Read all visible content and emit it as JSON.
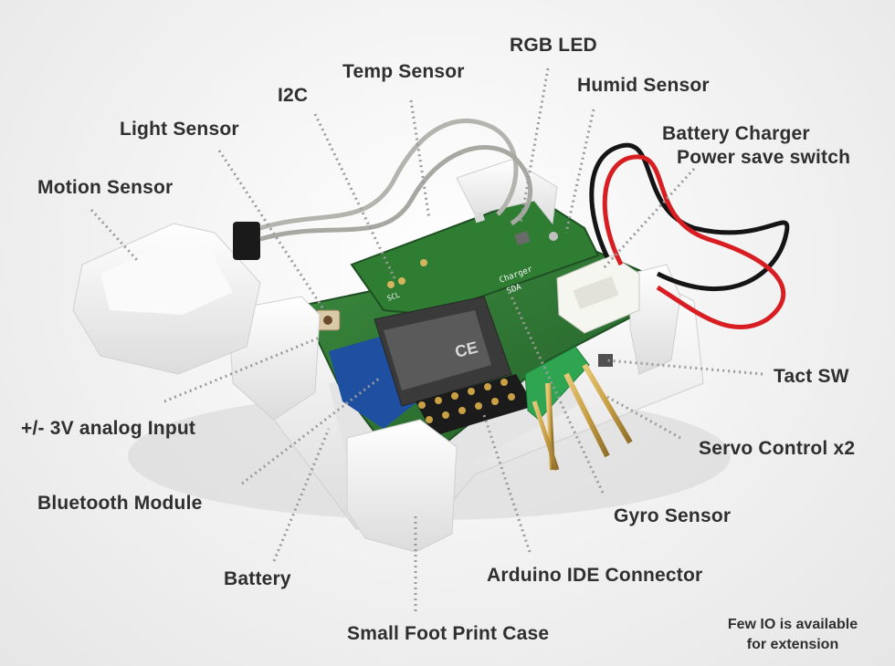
{
  "labels": {
    "rgb_led": "RGB LED",
    "temp_sensor": "Temp Sensor",
    "humid_sensor": "Humid Sensor",
    "i2c": "I2C",
    "light_sensor": "Light Sensor",
    "battery_charger": "Battery Charger",
    "power_save_switch": "Power save switch",
    "motion_sensor": "Motion Sensor",
    "tact_sw": "Tact SW",
    "analog_input": "+/- 3V analog Input",
    "servo_control": "Servo Control x2",
    "bluetooth_module": "Bluetooth Module",
    "gyro_sensor": "Gyro Sensor",
    "battery": "Battery",
    "arduino_ide_connector": "Arduino IDE Connector",
    "small_foot_print_case": "Small Foot Print Case"
  },
  "note": {
    "line1": "Few IO is available",
    "line2": "for extension"
  },
  "silkscreen": {
    "module_mark": "CE",
    "pcb_text_1": "Charger",
    "pcb_text_2": "SDA",
    "pcb_text_3": "SCL"
  },
  "colors": {
    "label_text": "#2f2f2f",
    "pcb_green": "#2f7a34",
    "case_white": "#f4f4f4",
    "leader_line": "#9a9a9a",
    "wire_red": "#d81e22",
    "wire_black": "#151515",
    "wire_grey": "#b4b4ae",
    "header_green": "#2fa552",
    "pin_gold": "#c9a045"
  }
}
